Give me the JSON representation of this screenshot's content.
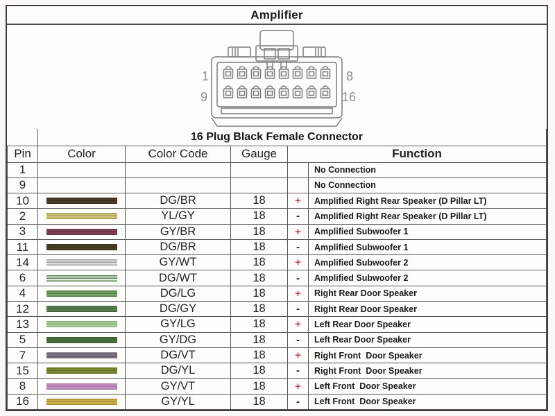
{
  "title": "Amplifier",
  "connector": {
    "caption": "16 Plug Black Female Connector",
    "pin_labels": {
      "row1_start": "1",
      "row1_end": "8",
      "row2_start": "9",
      "row2_end": "16"
    }
  },
  "table": {
    "headers": {
      "pin": "Pin",
      "color": "Color",
      "color_code": "Color Code",
      "gauge": "Gauge",
      "function": "Function"
    },
    "rows": [
      {
        "pin": "1",
        "color_code": "",
        "gauge": "",
        "sign": "",
        "function": "No Connection"
      },
      {
        "pin": "9",
        "color_code": "",
        "gauge": "",
        "sign": "",
        "function": "No Connection"
      },
      {
        "pin": "10",
        "swatch": {
          "base": "#4d3d2c",
          "stripe": "#392f20"
        },
        "color_code": "DG/BR",
        "gauge": "18",
        "sign": "+",
        "function": "Amplified Right Rear Speaker (D Pillar LT)"
      },
      {
        "pin": "2",
        "swatch": {
          "base": "#cfc87e",
          "stripe": "#a19a50"
        },
        "color_code": "YL/GY",
        "gauge": "18",
        "sign": "-",
        "function": "Amplified Right Rear Speaker (D Pillar LT)"
      },
      {
        "pin": "3",
        "swatch": {
          "base": "#7e4455",
          "stripe": "#66323f"
        },
        "color_code": "GY/BR",
        "gauge": "18",
        "sign": "+",
        "function": "Amplified Subwoofer 1"
      },
      {
        "pin": "11",
        "swatch": {
          "base": "#4a4226",
          "stripe": "#38321c"
        },
        "color_code": "DG/BR",
        "gauge": "18",
        "sign": "-",
        "function": "Amplified Subwoofer 1"
      },
      {
        "pin": "14",
        "swatch": {
          "base": "#e3e4de",
          "stripe": "#9aa09a"
        },
        "color_code": "GY/WT",
        "gauge": "18",
        "sign": "+",
        "function": "Amplified Subwoofer 2"
      },
      {
        "pin": "6",
        "swatch": {
          "base": "#e4ebe0",
          "stripe": "#4f7d51"
        },
        "color_code": "DG/WT",
        "gauge": "18",
        "sign": "-",
        "function": "Amplified Subwoofer 2"
      },
      {
        "pin": "4",
        "swatch": {
          "base": "#7daa6e",
          "stripe": "#4c7a44"
        },
        "color_code": "DG/LG",
        "gauge": "18",
        "sign": "+",
        "function": "Right Rear Door Speaker"
      },
      {
        "pin": "12",
        "swatch": {
          "base": "#5d8150",
          "stripe": "#42603a"
        },
        "color_code": "DG/GY",
        "gauge": "18",
        "sign": "-",
        "function": "Right Rear Door Speaker"
      },
      {
        "pin": "13",
        "swatch": {
          "base": "#a9cd9d",
          "stripe": "#84ad78"
        },
        "color_code": "GY/LG",
        "gauge": "18",
        "sign": "+",
        "function": "Left Rear Door Speaker"
      },
      {
        "pin": "5",
        "swatch": {
          "base": "#4e7342",
          "stripe": "#3a5830"
        },
        "color_code": "GY/DG",
        "gauge": "18",
        "sign": "-",
        "function": "Left Rear Door Speaker"
      },
      {
        "pin": "7",
        "swatch": {
          "base": "#645c68",
          "stripe": "#8b8290"
        },
        "color_code": "DG/VT",
        "gauge": "18",
        "sign": "+",
        "function": "Right Front  Door Speaker"
      },
      {
        "pin": "15",
        "swatch": {
          "base": "#7e9034",
          "stripe": "#5d6d24"
        },
        "color_code": "DG/YL",
        "gauge": "18",
        "sign": "-",
        "function": "Right Front  Door Speaker"
      },
      {
        "pin": "8",
        "swatch": {
          "base": "#c997c5",
          "stripe": "#a673a3"
        },
        "color_code": "GY/VT",
        "gauge": "18",
        "sign": "+",
        "function": "Left Front  Door Speaker"
      },
      {
        "pin": "16",
        "swatch": {
          "base": "#ccb14c",
          "stripe": "#a78f37"
        },
        "color_code": "GY/YL",
        "gauge": "18",
        "sign": "-",
        "function": "Left Front  Door Speaker"
      }
    ]
  },
  "colors": {
    "plus_sign": "#c04a52",
    "minus_sign": "#1c1c1c",
    "grid_line": "#565656",
    "sketch_line": "#7d7d7d",
    "pin_label_gray": "#8e8e8e"
  }
}
